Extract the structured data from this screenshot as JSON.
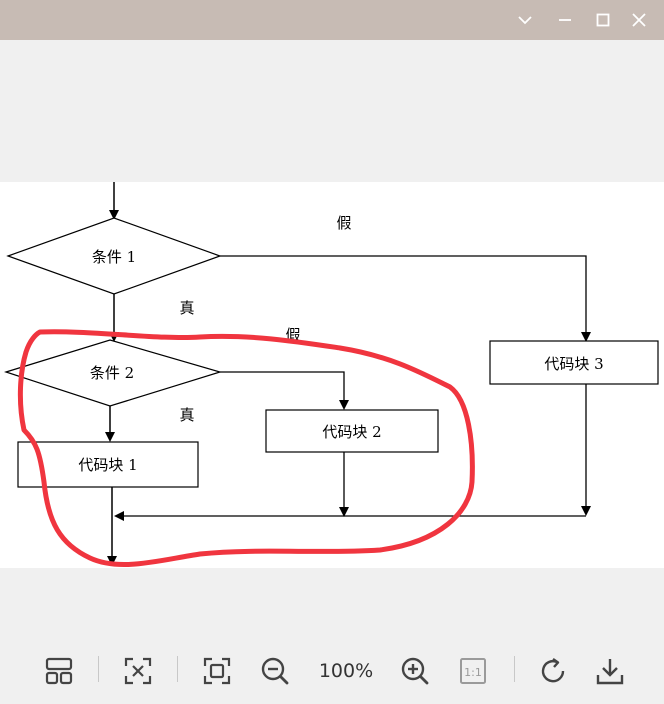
{
  "window": {
    "controls": [
      "chevron-down-icon",
      "minimize-icon",
      "maximize-icon",
      "close-icon"
    ]
  },
  "flowchart": {
    "nodes": {
      "cond1": "条件 1",
      "cond2": "条件 2",
      "block1": "代码块 1",
      "block2": "代码块 2",
      "block3": "代码块 3"
    },
    "edges": {
      "false1": "假",
      "true1": "真",
      "false2": "假",
      "true2": "真"
    }
  },
  "toolbar": {
    "zoom": "100%",
    "tools": [
      "layout-icon",
      "fit-icon",
      "fullscreen-icon",
      "zoom-out-icon",
      "zoom-in-icon",
      "actual-size-icon",
      "rotate-icon",
      "download-icon"
    ],
    "actual_size_label": "1:1"
  },
  "colors": {
    "titlebar": "#c7bbb4",
    "annotation": "#f0353f"
  }
}
